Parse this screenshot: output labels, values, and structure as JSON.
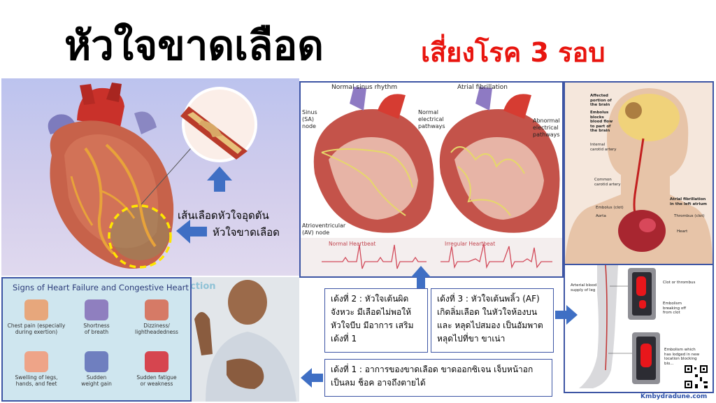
{
  "title": {
    "main": "หัวใจขาดเลือด",
    "risk": "เสี่ยงโรค 3 รอบ"
  },
  "heart_panel": {
    "caption_line1": "เส้นเลือดหัวใจอุดตัน",
    "caption_line2": "หัวใจขาดเลือด"
  },
  "ecg_panel": {
    "normal_title": "Normal sinus rhythm",
    "af_title": "Atrial fibrillation",
    "sa_node": "Sinus\n(SA)\nnode",
    "normal_pathways": "Normal\nelectrical\npathways",
    "abnormal_pathways": "Abnormal\nelectrical\npathways",
    "av_node": "Atrioventricular\n(AV) node",
    "normal_heartbeat": "Normal Heartbeat",
    "irregular_heartbeat": "Irregular Heartbeat"
  },
  "stroke_panel": {
    "affected": "Affected\nportion of\nthe brain",
    "embolus_blocks": "Embolus\nblocks\nblood flow\nto part of\nthe brain",
    "internal_carotid": "Internal\ncarotid artery",
    "common_carotid": "Common\ncarotid artery",
    "af_left_atrium": "Atrial fibrillation\nin the left atrium",
    "embolus_clot": "Embolus (clot)",
    "aorta": "Aorta",
    "thrombus": "Thrombus (clot)",
    "heart": "Heart"
  },
  "legs_panel": {
    "arterial": "Arterial blood\nsupply of leg",
    "clot": "Clot or thrombus",
    "embolism_breaking": "Embolism\nbreaking off\nfrom clot",
    "embolism_lodged": "Embolism which\nhas lodged in new\nlocation blocking\nblo..."
  },
  "signs_panel": {
    "title": "Signs of Heart Failure and Congestive Heart Failure",
    "items": [
      "Chest pain (especially\nduring exertion)",
      "Shortness\nof breath",
      "Dizziness/\nlightheadedness",
      "Swelling of legs,\nhands, and feet",
      "Sudden\nweight gain",
      "Sudden fatigue\nor weakness"
    ],
    "partial_text": "ction"
  },
  "stages": {
    "stage2": "เด้งที่ 2 : หัวใจเต้นผิดจังหวะ มีเลือดไม่พอให้หัวใจบีบ มีอาการ เสริมเด้งที่ 1",
    "stage3": "เด้งที่ 3 : หัวใจเต้นพลิ้ว (AF) เกิดลิ่มเลือด ในหัวใจห้องบน และ หลุดไปสมอง เป็นอัมพาต หลุดไปที่ขา ขาเน่า",
    "stage1": "เด้งที่ 1 : อาการของขาดเลือด ขาดออกซิเจน เจ็บหน้าอก เป็นลม ช็อค อาจถึงตายได้"
  },
  "website": "Kmbydradune.com",
  "colors": {
    "accent_red": "#e8150f",
    "arrow_blue": "#3f6fc4",
    "border_blue": "#3d55a4"
  }
}
